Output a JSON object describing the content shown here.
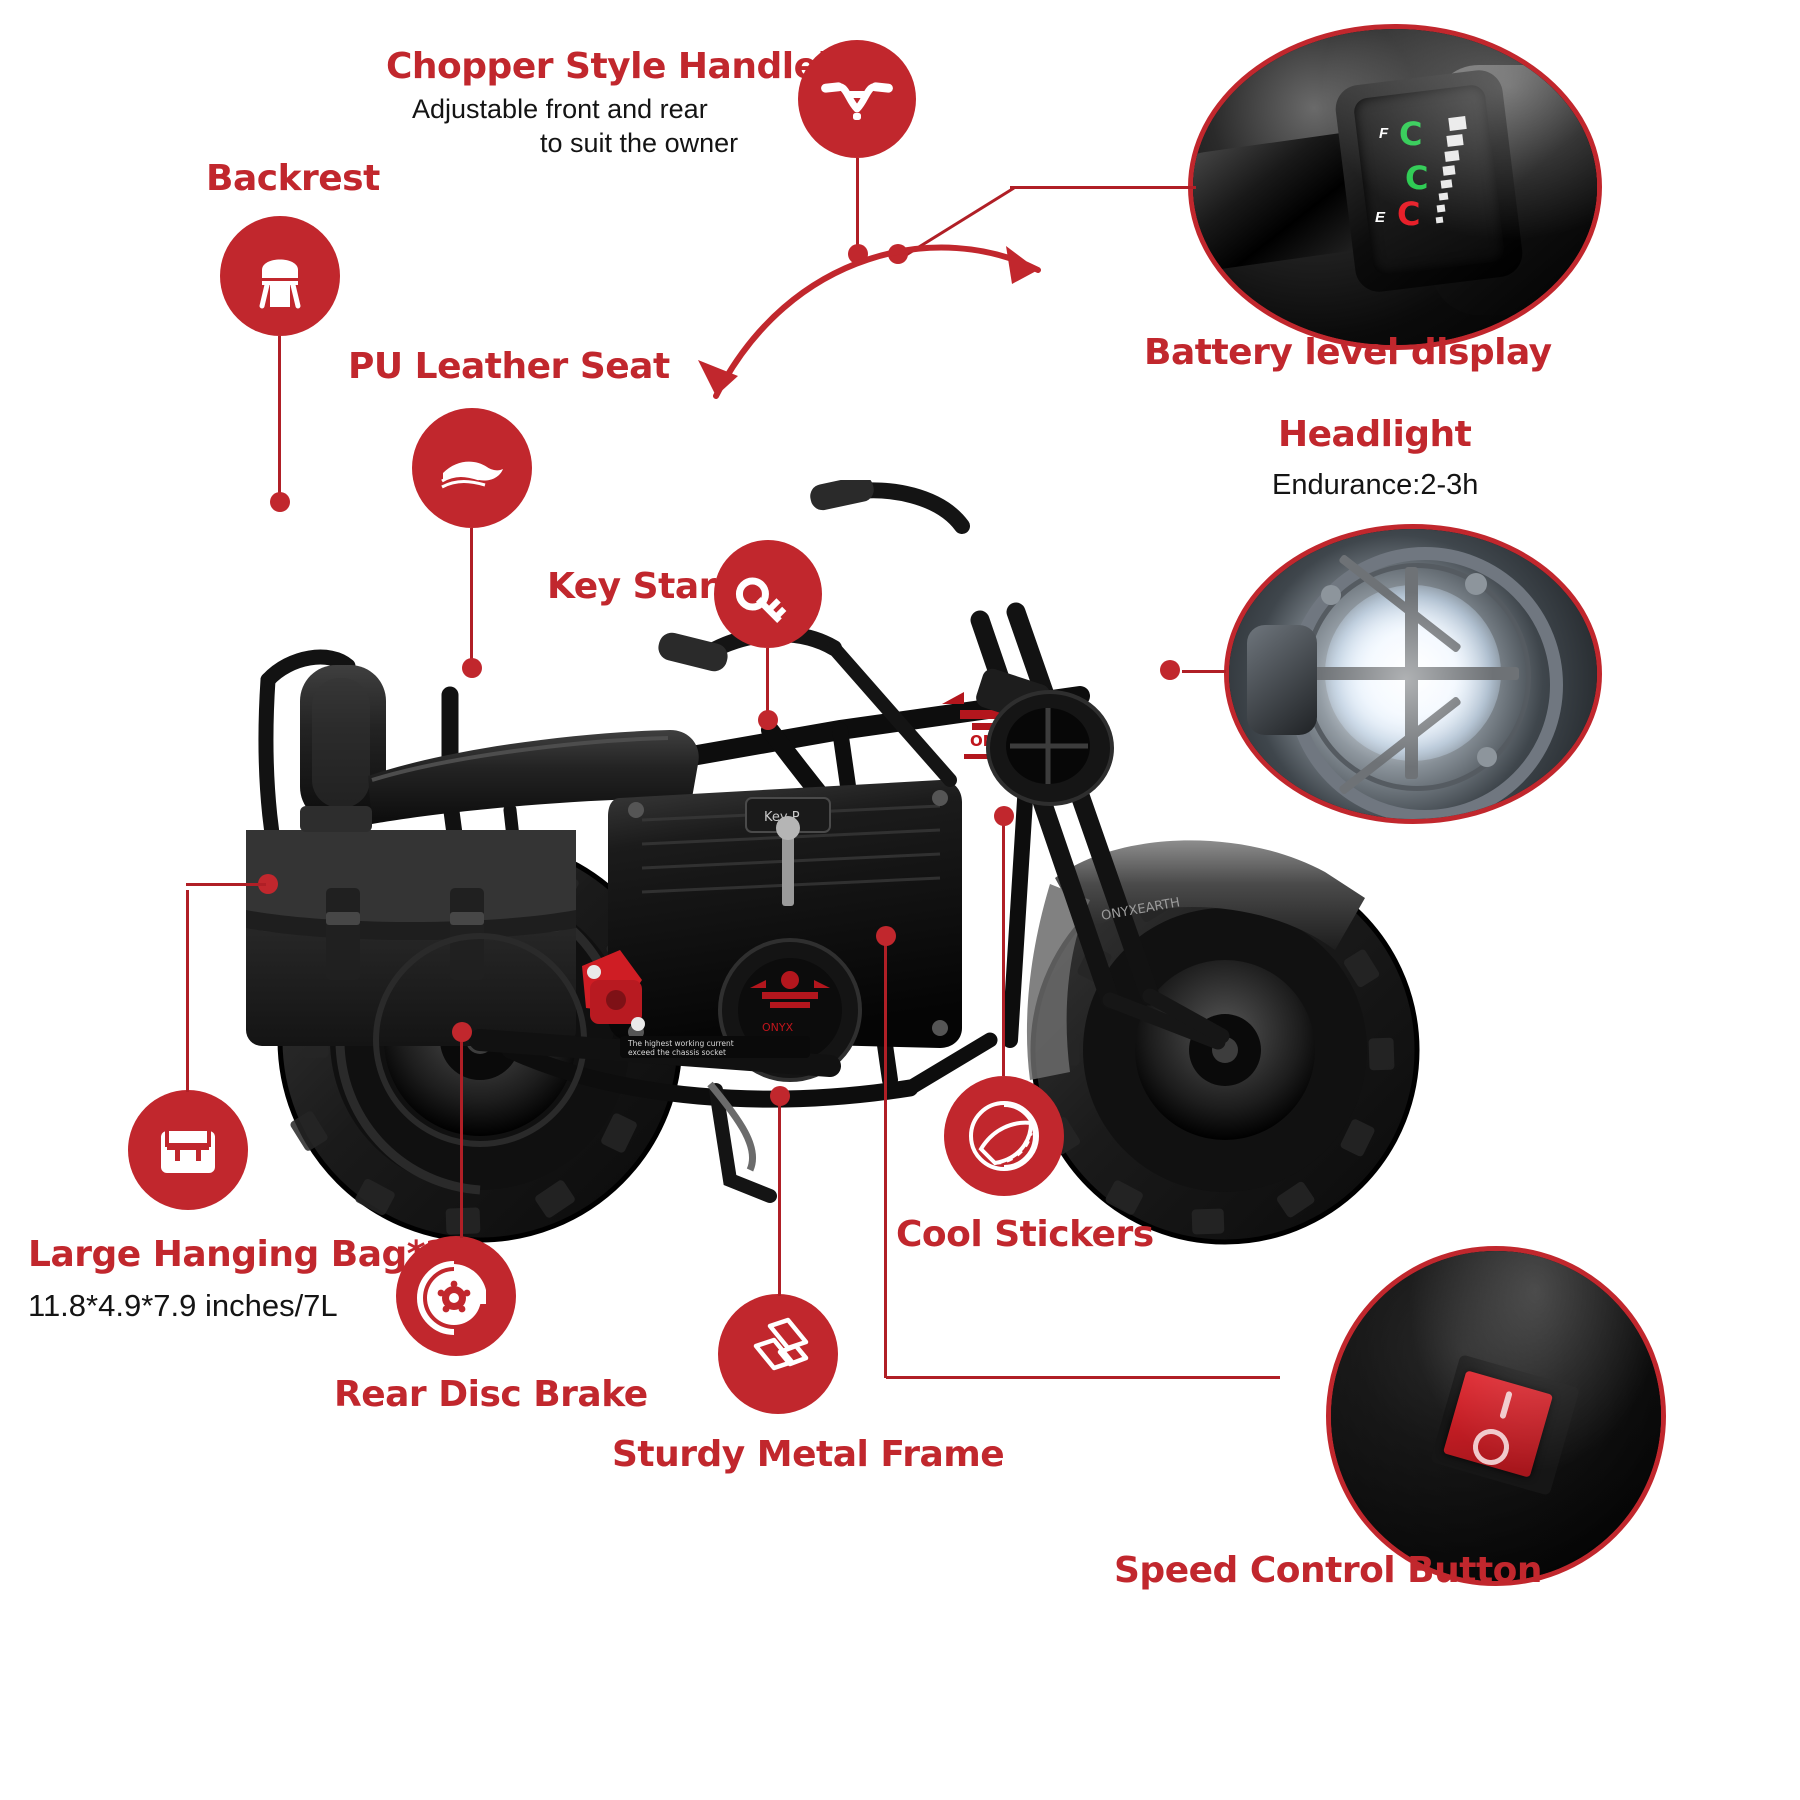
{
  "page": {
    "brand_color": "#c1272d",
    "line_color": "#b01f26",
    "background": "#ffffff",
    "product": "Kids electric mini bike feature infographic"
  },
  "callouts": [
    {
      "id": "chopper-handlebar",
      "title": "Chopper Style Handlebar",
      "sub_line1": "Adjustable front and rear",
      "sub_line2": "to suit the owner",
      "icon": "handlebar-icon"
    },
    {
      "id": "backrest",
      "title": "Backrest",
      "icon": "backrest-icon"
    },
    {
      "id": "pu-leather-seat",
      "title": "PU Leather Seat",
      "icon": "leather-icon"
    },
    {
      "id": "key-start",
      "title": "Key Start",
      "icon": "key-icon"
    },
    {
      "id": "battery-level-display",
      "title": "Battery level display",
      "photo": "battery-gauge-photo",
      "gauge": {
        "labels": [
          "F",
          "E"
        ],
        "leds": [
          "C",
          "C",
          "C"
        ],
        "led_colors": [
          "#23c94a",
          "#23c94a",
          "#e8202a"
        ]
      }
    },
    {
      "id": "headlight",
      "title": "Headlight",
      "sub_line1": "Endurance:2-3h",
      "photo": "headlight-photo"
    },
    {
      "id": "large-hanging-bag",
      "title": "Large Hanging Bag*2",
      "sub_line1": "11.8*4.9*7.9 inches/7L",
      "icon": "bag-icon"
    },
    {
      "id": "rear-disc-brake",
      "title": "Rear Disc Brake",
      "icon": "disc-brake-icon"
    },
    {
      "id": "sturdy-metal-frame",
      "title": "Sturdy Metal Frame",
      "icon": "metal-ingots-icon"
    },
    {
      "id": "cool-stickers",
      "title": "Cool Stickers",
      "icon": "sticker-icon"
    },
    {
      "id": "speed-control-button",
      "title": "Speed Control Button",
      "photo": "rocker-switch-photo",
      "switch_marks": [
        "|",
        "O"
      ]
    }
  ],
  "bike_decals": {
    "tank_brand": "ONYXEARTH",
    "fender_brand": "ONYXEARTH",
    "engine_cover_text": "Key P",
    "swingarm_warning_line1": "The highest working current",
    "swingarm_warning_line2": "exceed the chassis socket"
  }
}
